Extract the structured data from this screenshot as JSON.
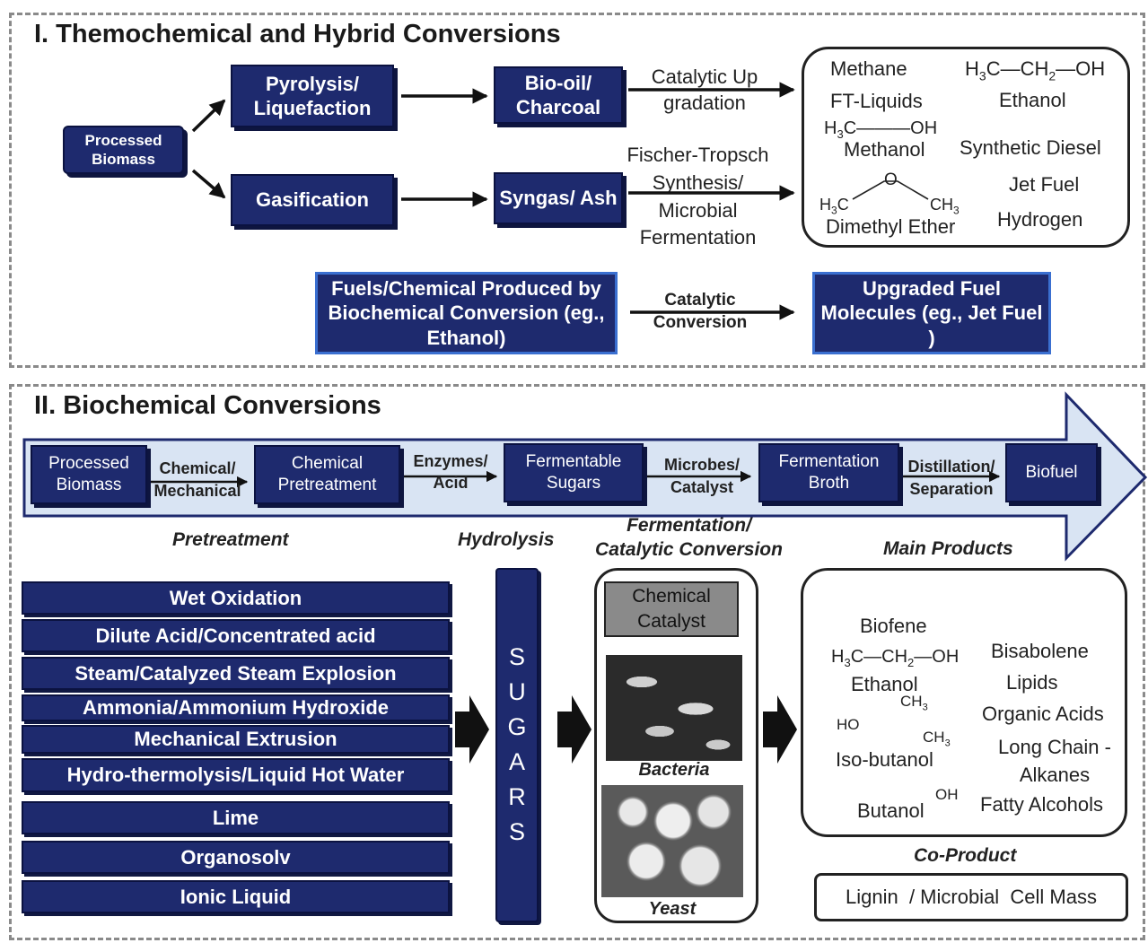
{
  "section1": {
    "title": "I. Themochemical  and Hybrid Conversions",
    "processed_biomass": "Processed Biomass",
    "pyrolysis": "Pyrolysis/ Liquefaction",
    "gasification": "Gasification",
    "biooil": "Bio-oil/ Charcoal",
    "syngas": "Syngas/ Ash",
    "catalytic_up": "Catalytic Up gradation",
    "ft_synthesis": "Fischer-Tropsch Synthesis/ Microbial Fermentation",
    "products": {
      "methane": "Methane",
      "ethanol_formula_h3c": "H",
      "ethanol_formula": "H3C—CH2—OH",
      "ft_liquids": "FT-Liquids",
      "ethanol": "Ethanol",
      "methanol_formula": "H3C——OH",
      "methanol": "Methanol",
      "synthetic_diesel": "Synthetic Diesel",
      "dme_o": "O",
      "dme_h3c": "H3C",
      "dme_ch3": "CH3",
      "jet_fuel": "Jet Fuel",
      "dimethyl_ether": "Dimethyl Ether",
      "hydrogen": "Hydrogen"
    },
    "fuels_chem": "Fuels/Chemical Produced by Biochemical Conversion (eg., Ethanol)",
    "catalytic_conv": "Catalytic Conversion",
    "upgraded": "Upgraded Fuel Molecules (eg., Jet Fuel )"
  },
  "section2": {
    "title": "II. Biochemical Conversions",
    "flow": {
      "processed_biomass": "Processed Biomass",
      "chem_mech": "Chemical/ Mechanical",
      "chemical_pretreatment": "Chemical Pretreatment",
      "enzymes_acid": "Enzymes/ Acid",
      "fermentable_sugars": "Fermentable Sugars",
      "microbes_catalyst": "Microbes/ Catalyst",
      "fermentation_broth": "Fermentation Broth",
      "distill_sep": "Distillation/ Separation",
      "biofuel": "Biofuel"
    },
    "stage_labels": {
      "pretreatment": "Pretreatment",
      "hydrolysis": "Hydrolysis",
      "fermentation": "Fermentation/ Catalytic Conversion",
      "main_products": "Main Products"
    },
    "pretreatments": [
      "Wet Oxidation",
      "Dilute Acid/Concentrated acid",
      "Steam/Catalyzed Steam Explosion",
      "Ammonia/Ammonium Hydroxide",
      "Mechanical Extrusion",
      "Hydro-thermolysis/Liquid Hot Water",
      "Lime",
      "Organosolv",
      "Ionic Liquid"
    ],
    "sugars": [
      "S",
      "U",
      "G",
      "A",
      "R",
      "S"
    ],
    "chemical_catalyst": "Chemical Catalyst",
    "bacteria": "Bacteria",
    "yeast": "Yeast",
    "main_products": {
      "biofene": "Biofene",
      "bisabolene": "Bisabolene",
      "ethanol_formula": "H3C—CH2—OH",
      "ethanol": "Ethanol",
      "lipids": "Lipids",
      "organic_acids": "Organic Acids",
      "ch3_top": "CH3",
      "ho": "HO",
      "ch3_right": "CH3",
      "isobutanol": "Iso-butanol",
      "long_chain": "Long Chain - Alkanes",
      "oh": "OH",
      "butanol": "Butanol",
      "fatty_alcohols": "Fatty Alcohols"
    },
    "co_product_label": "Co-Product",
    "co_product": "Lignin  / Microbial  Cell Mass"
  },
  "colors": {
    "navy": "#1e2a6e",
    "arrow_fill": "#d9e4f3",
    "dashed": "#8a8a8a"
  }
}
